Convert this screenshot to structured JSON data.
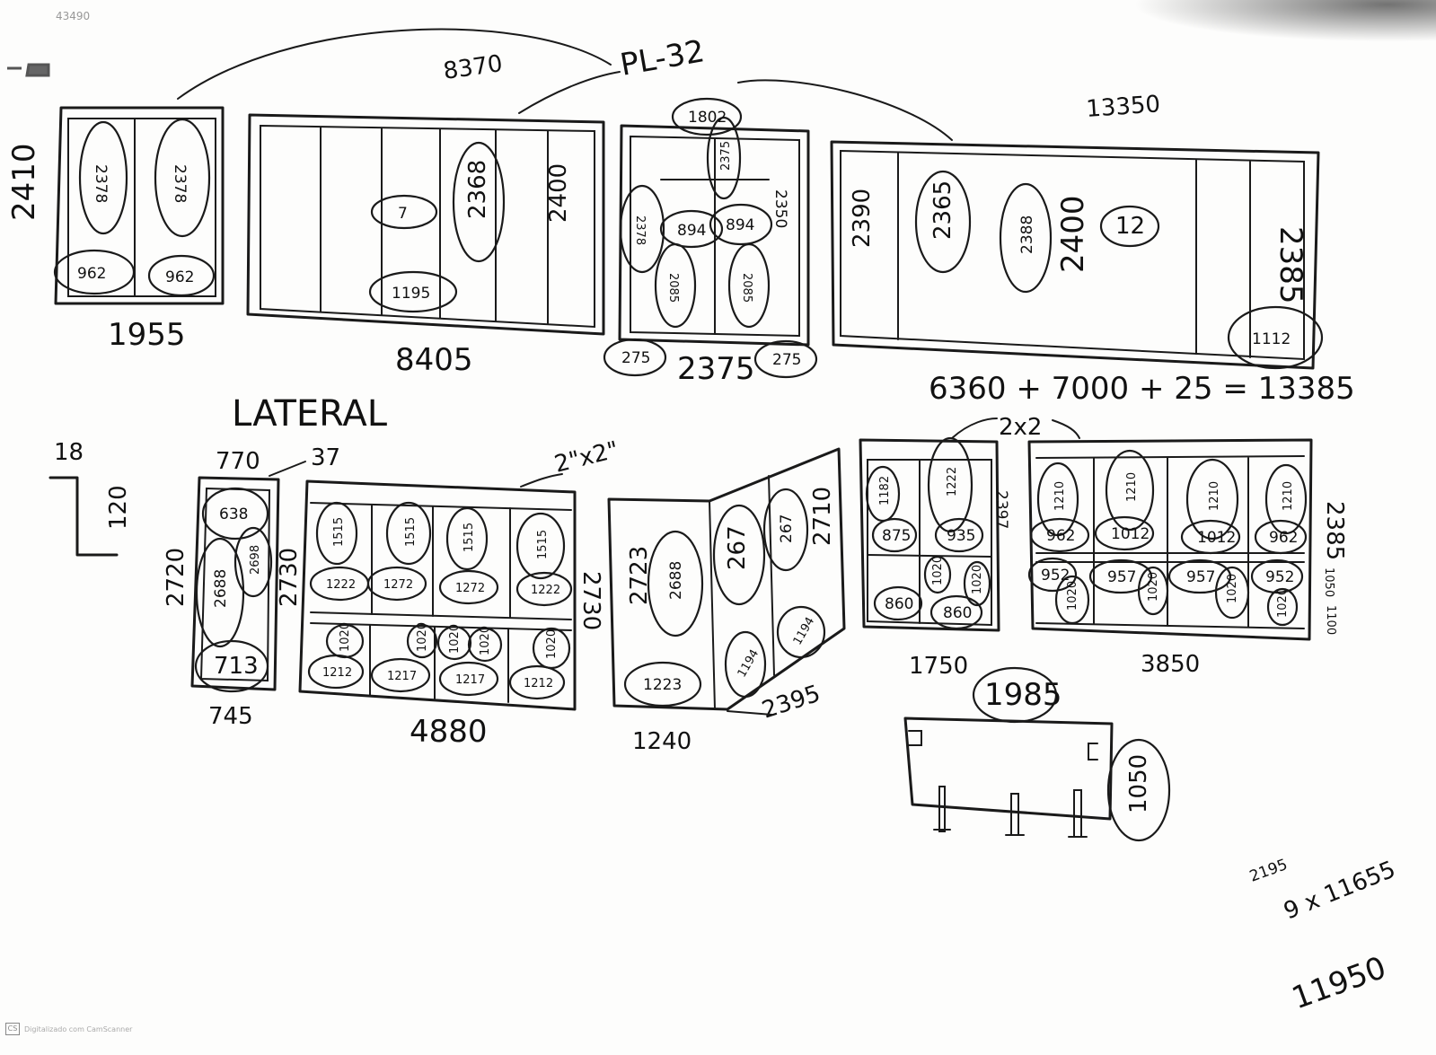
{
  "header": {
    "page_code": "43490",
    "top_length": "8370",
    "reference": "PL-32",
    "top_right_length": "13350"
  },
  "top_row": {
    "panel1": {
      "height": "2410",
      "width": "1955",
      "marks": [
        "2378",
        "2378",
        "962",
        "962"
      ]
    },
    "panel2": {
      "width": "8405",
      "marks": [
        "7",
        "2368",
        "2400",
        "1195"
      ]
    },
    "panel3": {
      "width": "2375",
      "marks": [
        "1802",
        "2375",
        "2350",
        "2378",
        "894",
        "894",
        "2085",
        "2085",
        "275",
        "275"
      ]
    },
    "panel4": {
      "marks": [
        "2390",
        "2365",
        "2388",
        "2400",
        "12",
        "2385",
        "1112"
      ],
      "formula": "6360 + 7000 + 25 = 13385"
    }
  },
  "middle_row": {
    "section_label": "LATERAL",
    "scale_top": "18",
    "scale_side": "120",
    "panel_a": {
      "top_width": "770",
      "note": "37",
      "height": "2720",
      "bottom_width": "745",
      "marks": [
        "638",
        "2698",
        "2688",
        "713"
      ]
    },
    "panel_b": {
      "note": "2\"x2\"",
      "height": "2730",
      "right_height": "2730",
      "width": "4880",
      "marks": [
        "1515",
        "1515",
        "1515",
        "1515",
        "1222",
        "1222",
        "1272",
        "1272",
        "1020",
        "1020",
        "1020",
        "1020",
        "1020",
        "1212",
        "1217",
        "1217",
        "1212"
      ]
    },
    "panel_c": {
      "height": "2723",
      "mark_height": "2688",
      "right_height": "2710",
      "bottom_width": "1240",
      "angle_width": "2395",
      "marks": [
        "267",
        "267",
        "1223",
        "1194",
        "1194"
      ]
    },
    "panel_d": {
      "note": "2x2",
      "height": "2397",
      "width": "1750",
      "marks": [
        "1182",
        "1222",
        "875",
        "935",
        "1020",
        "1020",
        "860",
        "860"
      ]
    },
    "panel_e": {
      "height": "2385",
      "right_small": "1050",
      "bottom_small": "1100",
      "width": "3850",
      "marks": [
        "1210",
        "1210",
        "1210",
        "1210",
        "962",
        "1012",
        "1012",
        "962",
        "952",
        "957",
        "957",
        "952",
        "1020",
        "1020",
        "1020",
        "1020"
      ]
    }
  },
  "bottom": {
    "circle_label": "1985",
    "side_label": "1050",
    "calc_a": "2195",
    "calc_b": "9 x 11655",
    "total": "11950"
  },
  "scanner_badge": {
    "icon": "CS",
    "text": "Digitalizado com CamScanner"
  }
}
